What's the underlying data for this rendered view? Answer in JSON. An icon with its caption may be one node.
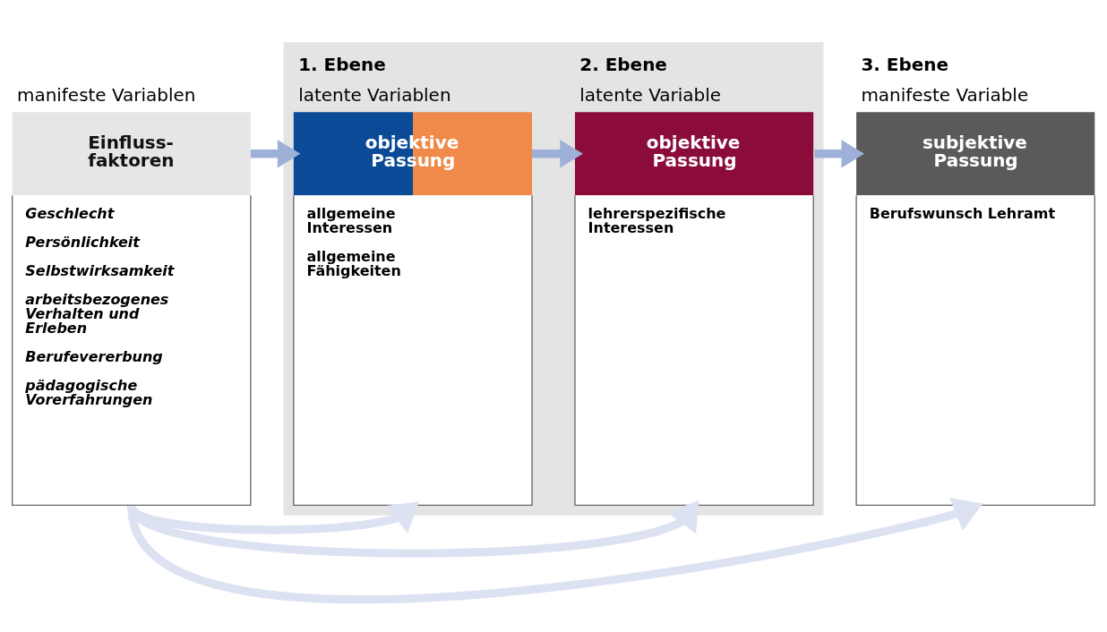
{
  "diagram": {
    "nodes": [
      {
        "text": [],
        "shape": "box"
      },
      {
        "text": [
          "Einfluss- faktoren",
          "Geschlecht",
          "Persönlichkeit",
          "Selbstwirksamkeit",
          "arbeitsbezogenes Verhalten und Erleben",
          "Berufevererbung",
          "pädagogische Vorerfahrungen"
        ],
        "beside": [
          "manifeste Variablen"
        ]
      },
      {
        "text": [
          "objektive Passung",
          "allgemeine Interessen",
          "allgemeine Fähigkeiten"
        ],
        "beside": [
          "1. Ebene",
          "latente Variablen"
        ],
        "in": 0
      },
      {
        "text": [
          "objektive Passung",
          "lehrerspezifische Interessen"
        ],
        "beside": [
          "2. Ebene",
          "latente Variable"
        ],
        "in": 0
      },
      {
        "text": [
          "subjektive Passung",
          "Berufswunsch Lehramt"
        ],
        "beside": [
          "3. Ebene",
          "manifeste Variable"
        ]
      }
    ],
    "edges": [
      {
        "from": 1,
        "to": 2,
        "arrow": "to"
      },
      {
        "from": 2,
        "to": 3,
        "arrow": "to"
      },
      {
        "from": 3,
        "to": 4,
        "arrow": "to"
      },
      {
        "from": 1,
        "to": 2,
        "arrow": "to",
        "color": "#dde2f2"
      },
      {
        "from": 1,
        "to": 3,
        "arrow": "to",
        "color": "#dde2f2"
      },
      {
        "from": 1,
        "to": 4,
        "arrow": "to",
        "color": "#dde2f2"
      }
    ]
  }
}
